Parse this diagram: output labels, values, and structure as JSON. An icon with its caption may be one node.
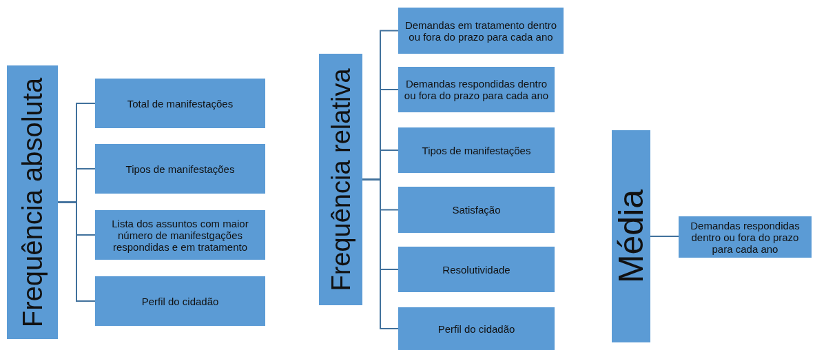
{
  "diagram": {
    "nodes": [
      {
        "text": [
          "Frequência absoluta"
        ]
      },
      {
        "text": [
          "Total de manifestações"
        ]
      },
      {
        "text": [
          "Tipos de manifestações"
        ]
      },
      {
        "text": [
          "Lista dos assuntos com maior número de manifestgações respondidas e em tratamento"
        ]
      },
      {
        "text": [
          "Perfil do cidadão"
        ]
      },
      {
        "text": [
          "Frequência relativa"
        ]
      },
      {
        "text": [
          "Demandas em tratamento dentro ou fora do prazo para cada ano"
        ]
      },
      {
        "text": [
          "Demandas respondidas dentro ou fora do prazo para cada ano"
        ]
      },
      {
        "text": [
          "Tipos de manifestações"
        ]
      },
      {
        "text": [
          "Satisfação"
        ]
      },
      {
        "text": [
          "Resolutividade"
        ]
      },
      {
        "text": [
          "Perfil do cidadão"
        ]
      },
      {
        "text": [
          "Média"
        ]
      },
      {
        "text": [
          "Demandas respondidas dentro ou fora do prazo para cada ano"
        ]
      }
    ],
    "edges": [
      {
        "from": 0,
        "to": 1,
        "arrow": "none"
      },
      {
        "from": 0,
        "to": 2,
        "arrow": "none"
      },
      {
        "from": 0,
        "to": 3,
        "arrow": "none"
      },
      {
        "from": 0,
        "to": 4,
        "arrow": "none"
      },
      {
        "from": 5,
        "to": 6,
        "arrow": "none"
      },
      {
        "from": 5,
        "to": 7,
        "arrow": "none"
      },
      {
        "from": 5,
        "to": 8,
        "arrow": "none"
      },
      {
        "from": 5,
        "to": 9,
        "arrow": "none"
      },
      {
        "from": 5,
        "to": 10,
        "arrow": "none"
      },
      {
        "from": 5,
        "to": 11,
        "arrow": "none"
      },
      {
        "from": 12,
        "to": 13,
        "arrow": "none"
      }
    ]
  }
}
